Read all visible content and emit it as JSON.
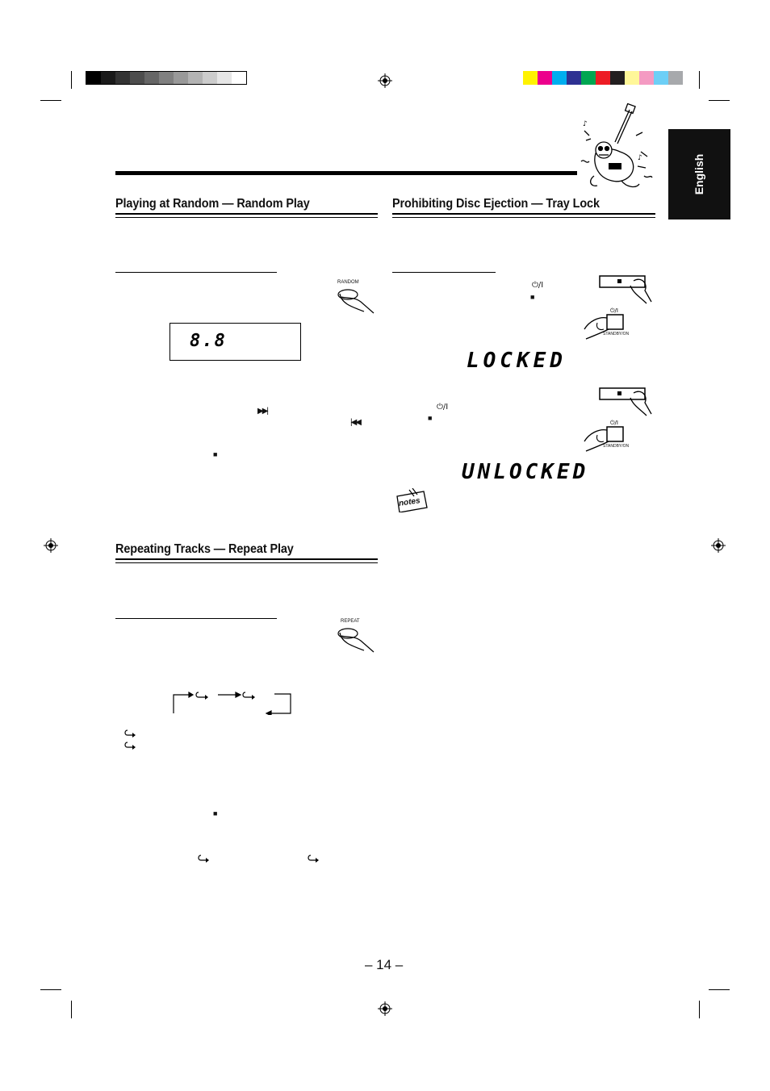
{
  "page": {
    "language_tab": "English",
    "page_number": "– 14 –"
  },
  "colors": {
    "grayscale_bar": [
      "#000000",
      "#1a1a1a",
      "#333333",
      "#4d4d4d",
      "#666666",
      "#808080",
      "#999999",
      "#b3b3b3",
      "#cccccc",
      "#e6e6e6",
      "#ffffff"
    ],
    "color_bar": [
      "#fff200",
      "#ec008c",
      "#00aeef",
      "#2e3192",
      "#00a651",
      "#ed1c24",
      "#231f20",
      "#fff799",
      "#f49ac2",
      "#6dcff6",
      "#a7a9ac"
    ],
    "tab_background": "#111111",
    "text": "#111111"
  },
  "random_play": {
    "heading": "Playing at Random — Random Play",
    "button_label": "RANDOM",
    "display_text": "8.8",
    "skip_forward_icon": "skip-forward-icon",
    "skip_back_icon": "skip-back-icon",
    "stop_icon": "stop-icon"
  },
  "repeat_play": {
    "heading": "Repeating Tracks — Repeat Play",
    "button_label": "REPEAT",
    "repeat_icon": "repeat-icon"
  },
  "tray_lock": {
    "heading": "Prohibiting Disc Ejection — Tray Lock",
    "standby_symbol": "⏻/I",
    "standby_button_label": "STANDBY/ON",
    "locked_display": "LOCKED",
    "unlocked_display": "UNLOCKED",
    "notes_label": "notes"
  }
}
